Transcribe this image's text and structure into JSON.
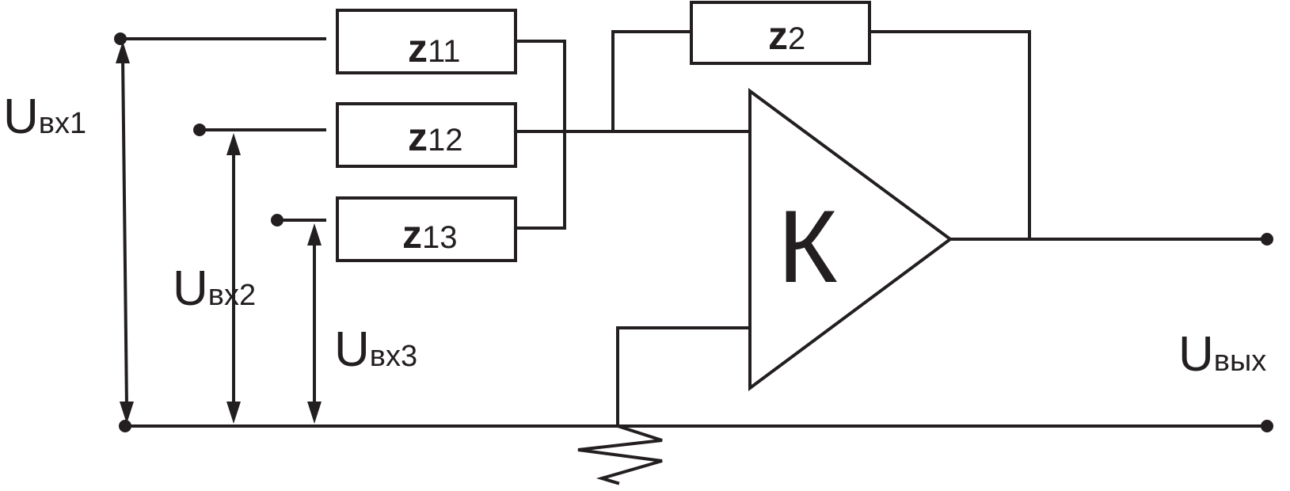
{
  "inputs": [
    {
      "main": "U",
      "sub": "вх1"
    },
    {
      "main": "U",
      "sub": "вх2"
    },
    {
      "main": "U",
      "sub": "вх3"
    }
  ],
  "output": {
    "main": "U",
    "sub": "вых"
  },
  "impedances": [
    {
      "main": "z",
      "sub": "11"
    },
    {
      "main": "z",
      "sub": "12"
    },
    {
      "main": "z",
      "sub": "13"
    },
    {
      "main": "z",
      "sub": "2"
    }
  ],
  "amplifier": {
    "label": "К"
  },
  "colors": {
    "ink": "#231f20",
    "background": "#ffffff"
  }
}
